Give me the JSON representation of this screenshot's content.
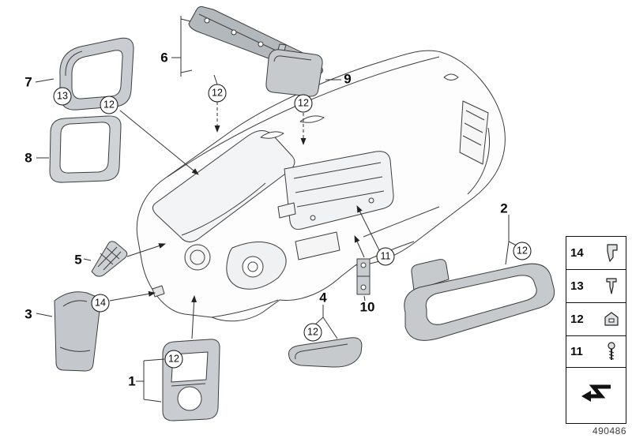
{
  "figure": {
    "number": "490486"
  },
  "labels": {
    "p1": "1",
    "p2": "2",
    "p3": "3",
    "p4": "4",
    "p5": "5",
    "p6": "6",
    "p7": "7",
    "p8": "8",
    "p9": "9",
    "p10": "10"
  },
  "badges": {
    "b13_near7": "13",
    "b12_near7": "12",
    "b12_below6": "12",
    "b12_below9": "12",
    "b14_near3": "14",
    "b12_near1": "12",
    "b12_near4": "12",
    "b11_center": "11",
    "b12_near2": "12"
  },
  "legend": {
    "rows": [
      {
        "label": "14",
        "icon": "retaining-clip-icon"
      },
      {
        "label": "13",
        "icon": "expanding-rivet-icon"
      },
      {
        "label": "12",
        "icon": "spring-clamp-icon"
      },
      {
        "label": "11",
        "icon": "screw-icon"
      },
      {
        "label": "",
        "icon": "cross-reference-arrow-icon"
      }
    ]
  }
}
